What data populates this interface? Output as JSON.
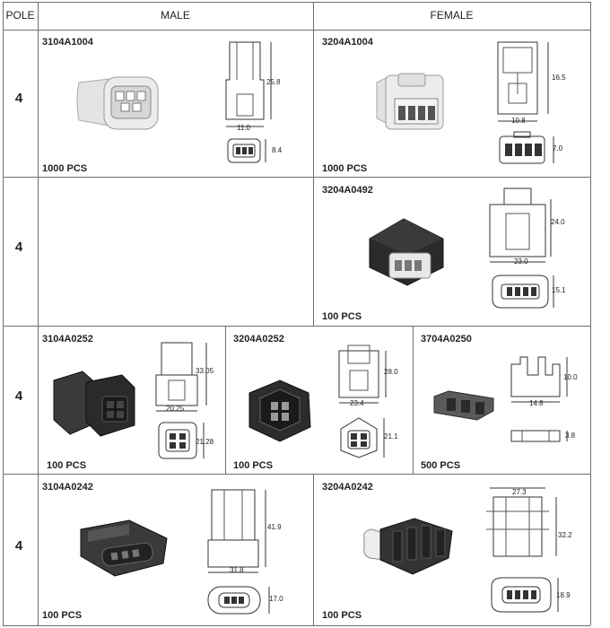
{
  "header": {
    "pole": "POLE",
    "male": "MALE",
    "female": "FEMALE"
  },
  "rows": [
    {
      "pole": "4",
      "cells": [
        {
          "part": "3104A1004",
          "qty": "1000 PCS",
          "dims": [
            "25.8",
            "11.0",
            "8.4"
          ]
        },
        {
          "part": "3204A1004",
          "qty": "1000 PCS",
          "dims": [
            "16.5",
            "10.8",
            "7.0"
          ]
        }
      ]
    },
    {
      "pole": "4",
      "cells": [
        {
          "part": "3204A0492",
          "qty": "100 PCS",
          "dims": [
            "24.0",
            "23.0",
            "15.1"
          ]
        }
      ]
    },
    {
      "pole": "4",
      "cells": [
        {
          "part": "3104A0252",
          "qty": "100 PCS",
          "dims": [
            "33.05",
            "20.25",
            "21.28"
          ]
        },
        {
          "part": "3204A0252",
          "qty": "100 PCS",
          "dims": [
            "28.0",
            "23.4",
            "21.1"
          ]
        },
        {
          "part": "3704A0250",
          "qty": "500 PCS",
          "dims": [
            "10.0",
            "14.8",
            "3.8"
          ]
        }
      ]
    },
    {
      "pole": "4",
      "cells": [
        {
          "part": "3104A0242",
          "qty": "100 PCS",
          "dims": [
            "41.9",
            "31.8",
            "17.0"
          ]
        },
        {
          "part": "3204A0242",
          "qty": "100 PCS",
          "dims": [
            "27.3",
            "32.2",
            "18.9"
          ]
        }
      ]
    }
  ]
}
